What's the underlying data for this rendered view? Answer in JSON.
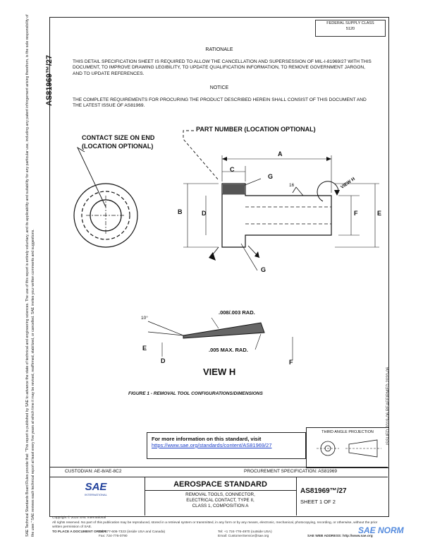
{
  "doc_number": "AS81969™/27",
  "sidebar_text": "SAE Technical Standards Board Rules provide that: \"This report is published by SAE to advance the state of technical and engineering sciences. The use of this report is entirely voluntary, and its applicability and suitability for any particular use, including any patent infringement arising therefrom, is the sole responsibility of the user.\" SAE reviews each technical report at least every five years at which time it may be revised, reaffirmed, stabilized, or cancelled. SAE invites your written comments and suggestions.",
  "revision_note": "ISSUED 2019-06   REAFFIRMED 2020-06",
  "fed_supply": {
    "line1": "FEDERAL SUPPLY CLASS",
    "line2": "5120"
  },
  "rationale": {
    "heading": "RATIONALE",
    "text": "THIS DETAIL SPECIFICATION SHEET IS REQUIRED TO ALLOW THE CANCELLATION AND SUPERSESSION OF MIL-I-81969/27 WITH THIS DOCUMENT, TO IMPROVE DRAWING LEGIBILITY, TO UPDATE QUALIFICATION INFORMATION, TO REMOVE GOVERNMENT JARGON, AND TO UPDATE REFERENCES."
  },
  "notice": {
    "heading": "NOTICE",
    "text": "THE COMPLETE REQUIREMENTS FOR PROCURING THE PRODUCT DESCRIBED HEREIN SHALL CONSIST OF THIS DOCUMENT AND THE LATEST ISSUE OF AS81969."
  },
  "drawing": {
    "contact_size": "CONTACT SIZE ON END",
    "location_optional": "(LOCATION OPTIONAL)",
    "part_number": "PART NUMBER (LOCATION OPTIONAL)",
    "letters": {
      "a": "A",
      "b": "B",
      "c": "C",
      "d": "D",
      "e": "E",
      "f": "F",
      "g": "G"
    },
    "sixteen": "16",
    "view_h_arrow": "VIEW H",
    "angle": "10°",
    "rad1": ".008/.003 RAD.",
    "rad2": ".005 MAX. RAD.",
    "view_h_title": "VIEW H",
    "figure_caption": "FIGURE 1 - REMOVAL TOOL CONFIGURATIONS/DIMENSIONS"
  },
  "info": {
    "text": "For more information on this standard, visit",
    "url": "https://www.sae.org/standards/content/AS81969/27"
  },
  "third_angle": "THIRD ANGLE PROJECTION",
  "custodian": "CUSTODIAN: AE-8/AE-8C2",
  "procurement": "PROCUREMENT SPECIFICATION: AS81969",
  "logo_text": "SAE",
  "logo_sub": "INTERNATIONAL",
  "aero_standard": "AEROSPACE STANDARD",
  "description": {
    "l1": "REMOVAL TOOLS, CONNECTOR,",
    "l2": "ELECTRICAL CONTACT, TYPE II,",
    "l3": "CLASS 1, COMPOSITION A"
  },
  "sheet_num": "AS81969™/27",
  "sheet": "SHEET 1 OF 2",
  "footer": {
    "copyright": "Copyright © 2020 SAE International",
    "rights": "All rights reserved. No part of this publication may be reproduced, stored in a retrieval system or transmitted, in any form or by any means, electronic, mechanical, photocopying, recording, or otherwise, without the prior written permission of SAE.",
    "order": "TO PLACE A DOCUMENT ORDER:",
    "tel": "Tel: 877-606-7323 (inside USA and Canada)",
    "tel2": "Tel: +1 724-776-4970 (outside USA)",
    "fax": "Fax: 724-776-0790",
    "email": "Email: CustomerService@sae.org",
    "web": "SAE WEB ADDRESS: http://www.sae.org"
  },
  "watermark": "SAE NORM"
}
